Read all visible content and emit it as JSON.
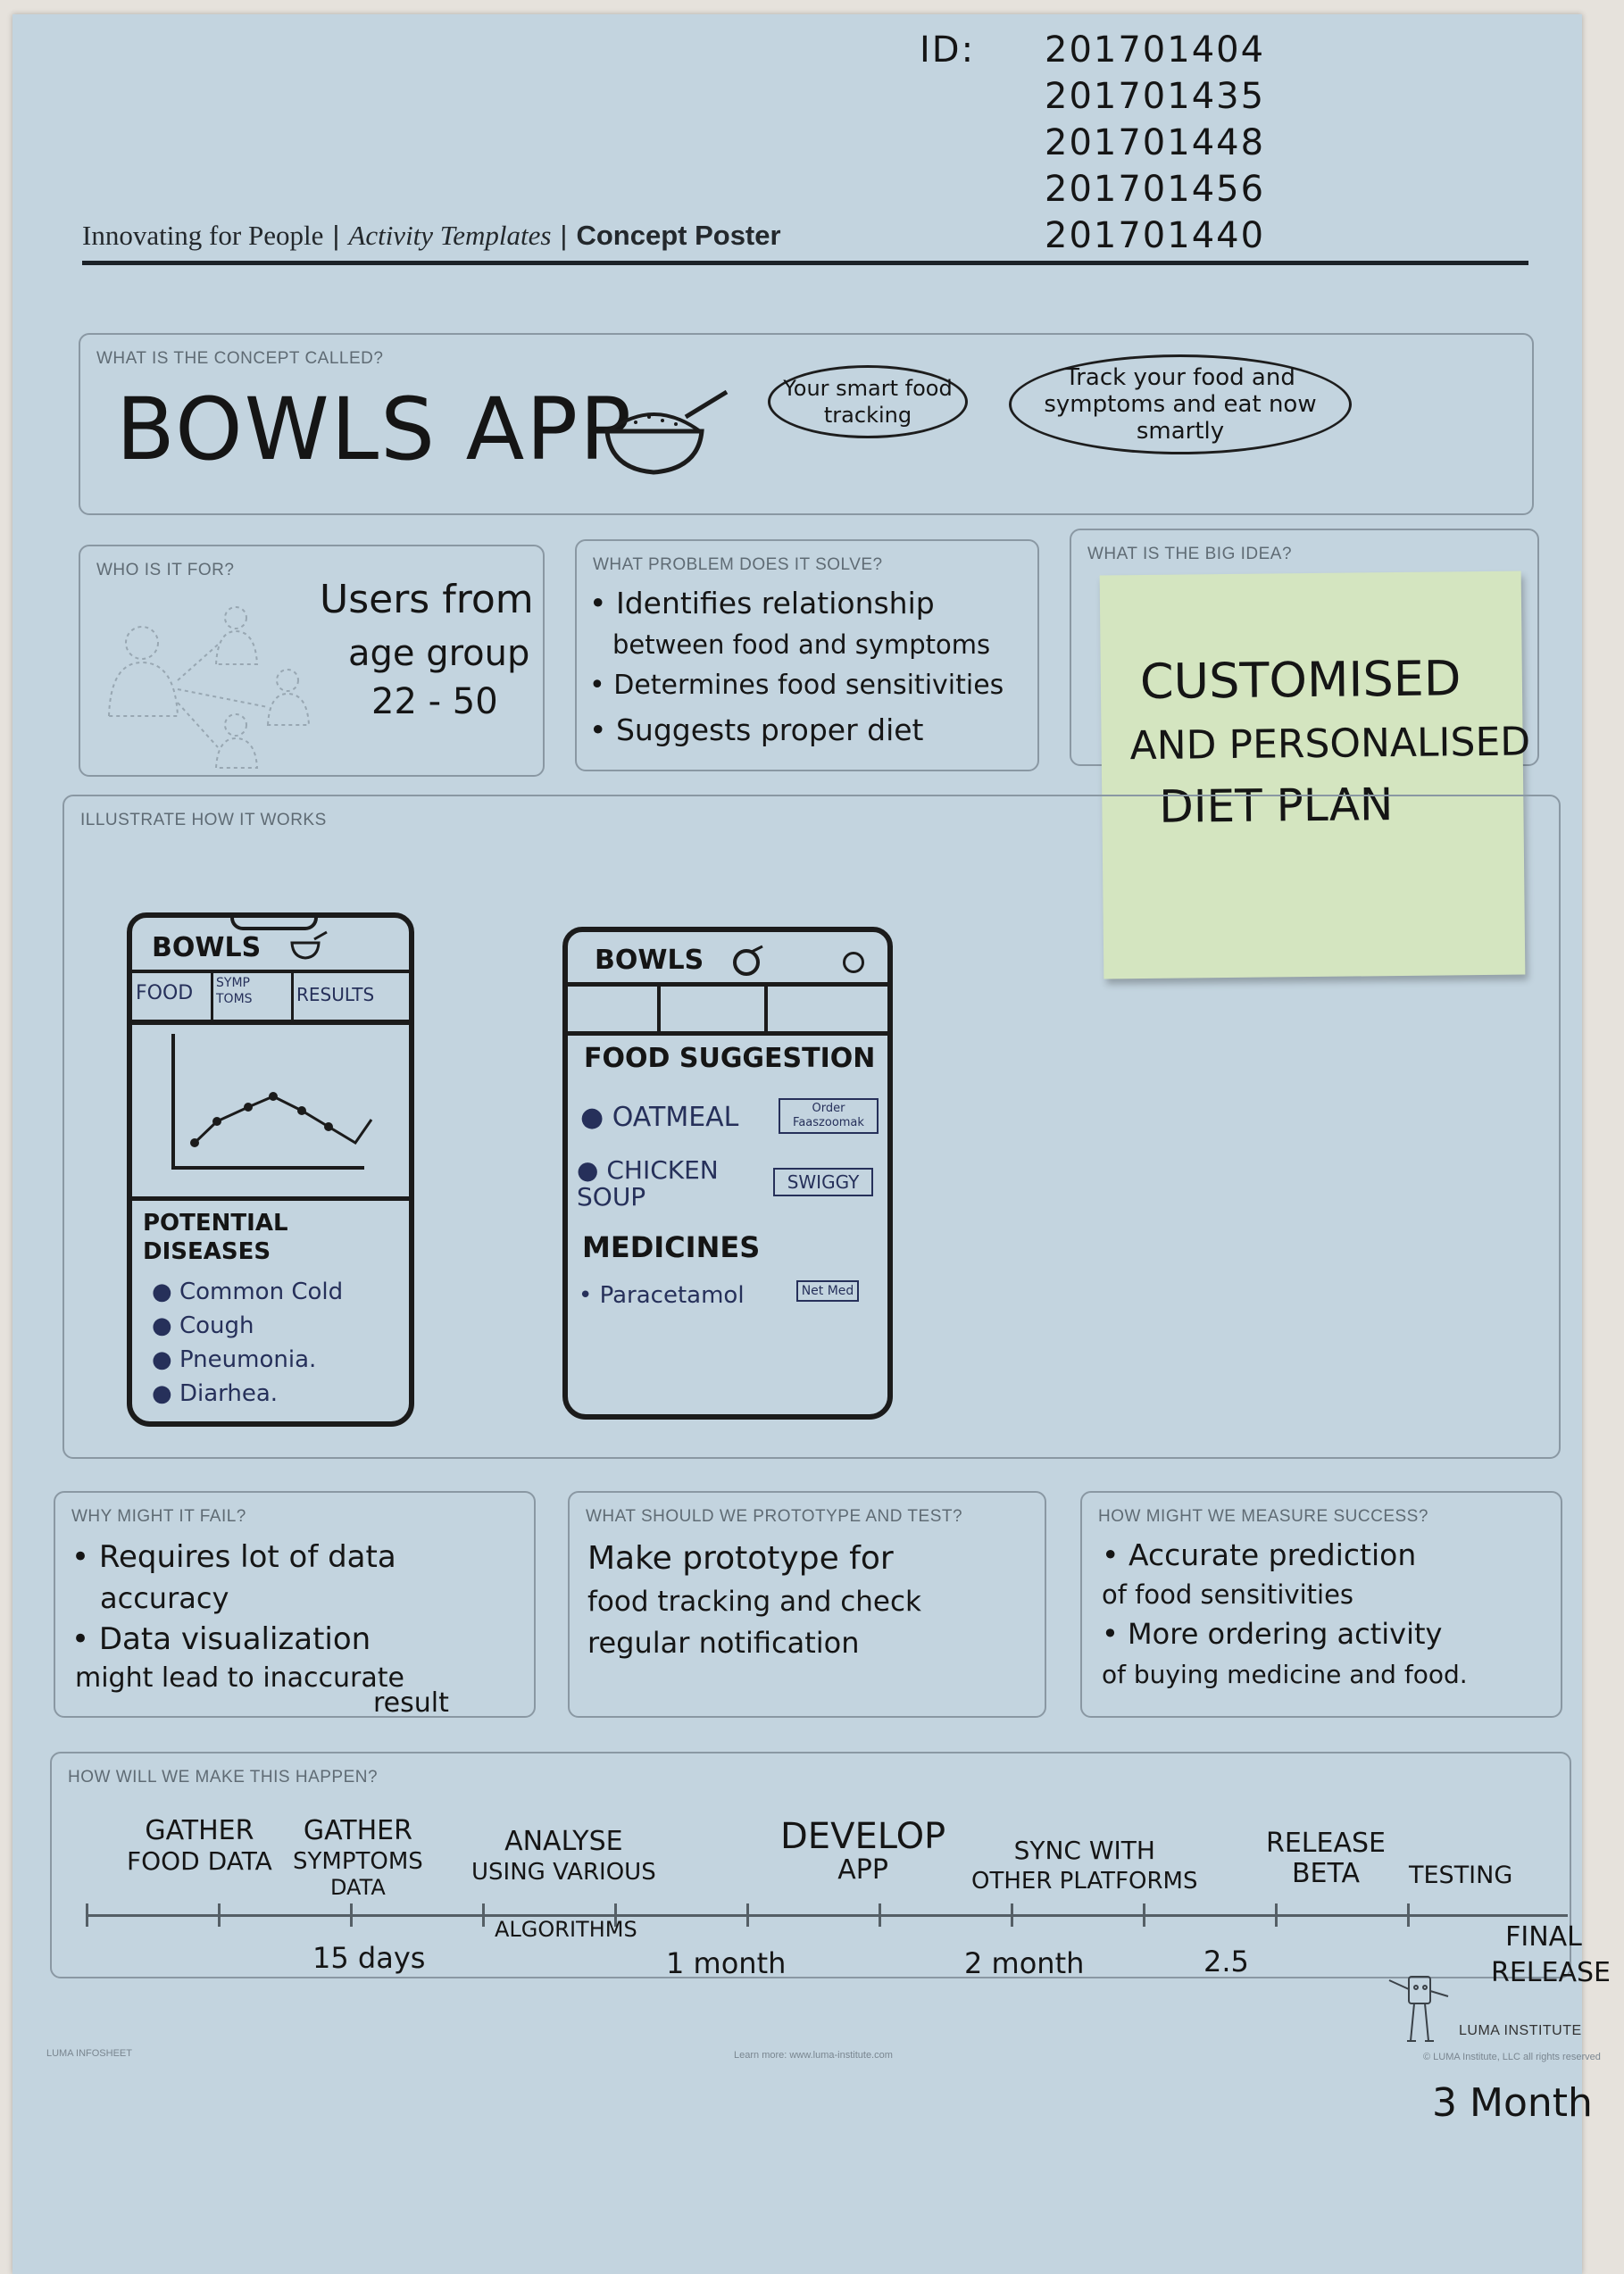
{
  "ids": {
    "label": "ID:",
    "values": [
      "201701404",
      "201701435",
      "201701448",
      "201701456",
      "201701440"
    ]
  },
  "header": {
    "part1": "Innovating for People",
    "part2": "Activity Templates",
    "part3": "Concept Poster"
  },
  "concept": {
    "question": "WHAT IS THE CONCEPT CALLED?",
    "name": "BOWLS APP",
    "tagline": "Your smart food tracking",
    "pitch": "Track your food and symptoms and eat now smartly"
  },
  "who": {
    "question": "WHO IS IT FOR?",
    "lines": [
      "Users from",
      "age group",
      "22 - 50"
    ]
  },
  "problem": {
    "question": "WHAT PROBLEM DOES IT SOLVE?",
    "bullets": [
      "Identifies relationship",
      "between food and symptoms",
      "Determines food sensitivities",
      "Suggests proper diet"
    ]
  },
  "idea": {
    "question": "WHAT IS THE BIG IDEA?",
    "lines": [
      "CUSTOMISED",
      "AND PERSONALISED",
      "DIET PLAN"
    ]
  },
  "illustrate": {
    "question": "ILLUSTRATE HOW IT WORKS",
    "phone1": {
      "title": "BOWLS",
      "tabs": [
        "FOOD",
        "SYMP TOMS",
        "RESULTS"
      ],
      "section": "POTENTIAL DISEASES",
      "diseases": [
        "Common Cold",
        "Cough",
        "Pneumonia.",
        "Diarhea."
      ]
    },
    "phone2": {
      "title": "BOWLS",
      "food_heading": "FOOD SUGGESTION",
      "foods": [
        {
          "name": "OATMEAL",
          "button": "Order Faaszoomak"
        },
        {
          "name": "CHICKEN SOUP",
          "button": "SWIGGY"
        }
      ],
      "med_heading": "MEDICINES",
      "meds": [
        {
          "name": "Paracetamol",
          "button": "Net Med"
        }
      ]
    }
  },
  "fail": {
    "question": "WHY MIGHT IT FAIL?",
    "lines": [
      "Requires lot of data",
      "accuracy",
      "Data visualization",
      "might lead to inaccurate",
      "result"
    ]
  },
  "prototype": {
    "question": "WHAT SHOULD WE PROTOTYPE AND TEST?",
    "lines": [
      "Make prototype for",
      "food tracking and check",
      "regular notification"
    ]
  },
  "success": {
    "question": "HOW MIGHT WE MEASURE SUCCESS?",
    "lines": [
      "Accurate prediction",
      "of food sensitivities",
      "More ordering activity",
      "of buying medicine and food."
    ]
  },
  "plan": {
    "question": "HOW WILL WE MAKE THIS HAPPEN?",
    "steps": [
      [
        "GATHER",
        "FOOD DATA"
      ],
      [
        "GATHER",
        "SYMPTOMS",
        "DATA"
      ],
      [
        "ANALYSE",
        "USING VARIOUS"
      ],
      [
        "DEVELOP",
        "APP"
      ],
      [
        "SYNC WITH",
        "OTHER PLATFORMS"
      ],
      [
        "RELEASE",
        "BETA"
      ],
      [
        "TESTING"
      ]
    ],
    "below": "ALGORITHMS",
    "durations": [
      "15 days",
      "1 month",
      "2 month",
      "2.5"
    ],
    "final": [
      "FINAL",
      "RELEASE"
    ],
    "total": "3 Month"
  },
  "footer": {
    "brand": "LUMA INSTITUTE",
    "left": "LUMA INFOSHEET",
    "center": "Learn more: www.luma-institute.com",
    "right": "© LUMA Institute, LLC all rights reserved"
  }
}
